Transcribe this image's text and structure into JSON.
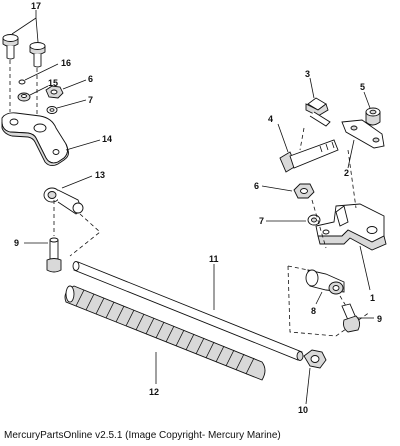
{
  "labels": {
    "p1": "1",
    "p2": "2",
    "p3": "3",
    "p4": "4",
    "p5": "5",
    "p6a": "6",
    "p6b": "6",
    "p7a": "7",
    "p7b": "7",
    "p8": "8",
    "p9a": "9",
    "p9b": "9",
    "p10": "10",
    "p11": "11",
    "p12": "12",
    "p13": "13",
    "p14": "14",
    "p15": "15",
    "p16": "16",
    "p17": "17"
  },
  "footer": "MercuryPartsOnline v2.5.1 (Image Copyright- Mercury Marine)"
}
